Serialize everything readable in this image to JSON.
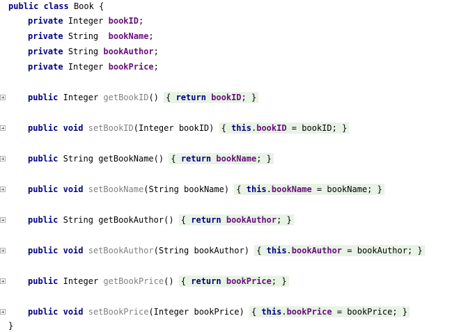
{
  "code": {
    "class_decl": {
      "kw1": "public",
      "kw2": "class",
      "name": "Book",
      "brace": "{"
    },
    "fields": [
      {
        "mod": "private",
        "type": "Integer",
        "name": "bookID"
      },
      {
        "mod": "private",
        "type": "String",
        "name": "bookName"
      },
      {
        "mod": "private",
        "type": "String",
        "name": "bookAuthor"
      },
      {
        "mod": "private",
        "type": "Integer",
        "name": "bookPrice"
      }
    ],
    "methods": [
      {
        "mod": "public",
        "ret": "Integer",
        "name": "getBookID",
        "params": "()",
        "body_kw": "return",
        "body_field": "bookID"
      },
      {
        "mod": "public",
        "ret": "void",
        "name": "setBookID",
        "params_type": "Integer",
        "params_name": "bookID",
        "this_kw": "this",
        "field": "bookID",
        "rhs": "bookID"
      },
      {
        "mod": "public",
        "ret": "String",
        "name": "getBookName",
        "params": "()",
        "body_kw": "return",
        "body_field": "bookName"
      },
      {
        "mod": "public",
        "ret": "void",
        "name": "setBookName",
        "params_type": "String",
        "params_name": "bookName",
        "this_kw": "this",
        "field": "bookName",
        "rhs": "bookName"
      },
      {
        "mod": "public",
        "ret": "String",
        "name": "getBookAuthor",
        "params": "()",
        "body_kw": "return",
        "body_field": "bookAuthor"
      },
      {
        "mod": "public",
        "ret": "void",
        "name": "setBookAuthor",
        "params_type": "String",
        "params_name": "bookAuthor",
        "this_kw": "this",
        "field": "bookAuthor",
        "rhs": "bookAuthor"
      },
      {
        "mod": "public",
        "ret": "Integer",
        "name": "getBookPrice",
        "params": "()",
        "body_kw": "return",
        "body_field": "bookPrice"
      },
      {
        "mod": "public",
        "ret": "void",
        "name": "setBookPrice",
        "params_type": "Integer",
        "params_name": "bookPrice",
        "this_kw": "this",
        "field": "bookPrice",
        "rhs": "bookPrice"
      }
    ],
    "closing_brace": "}"
  },
  "colors": {
    "keyword": "#000080",
    "field": "#660e7a",
    "unused_method": "#808080",
    "fold_background": "#e8f2e5"
  },
  "icons": {
    "fold_marker": "expand-fold-icon"
  }
}
